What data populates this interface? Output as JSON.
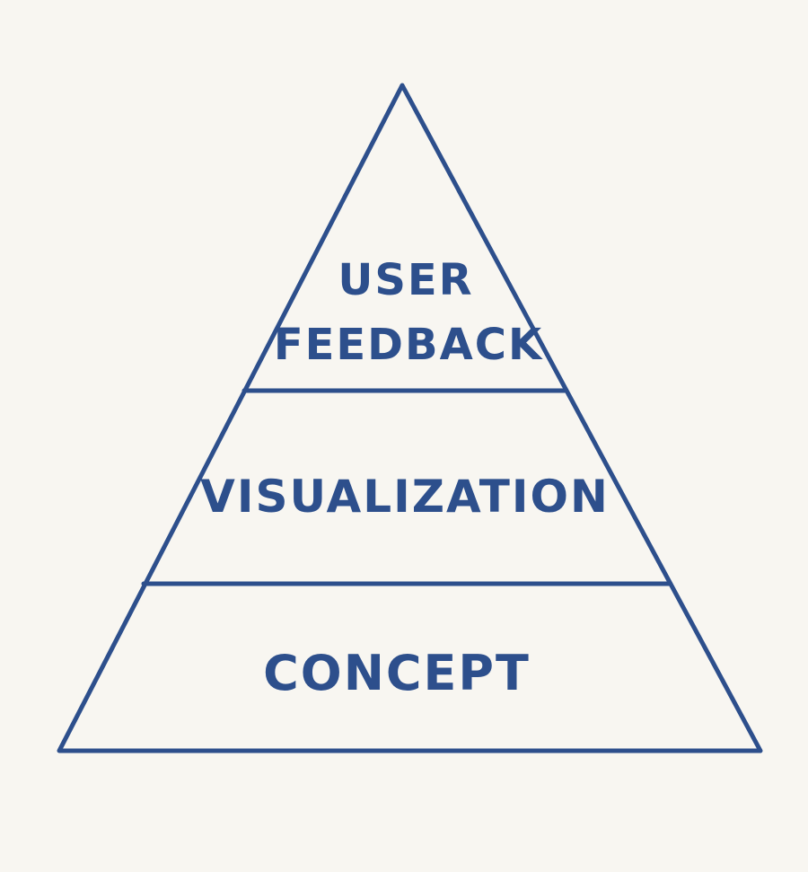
{
  "diagram": {
    "tiers": [
      {
        "label_lines": [
          "USER",
          "FEEDBACK"
        ]
      },
      {
        "label_lines": [
          "VISUALIZATION"
        ]
      },
      {
        "label_lines": [
          "CONCEPT"
        ]
      }
    ]
  },
  "colors": {
    "ink": "#2d4f8c",
    "paper": "#f8f6f1"
  }
}
